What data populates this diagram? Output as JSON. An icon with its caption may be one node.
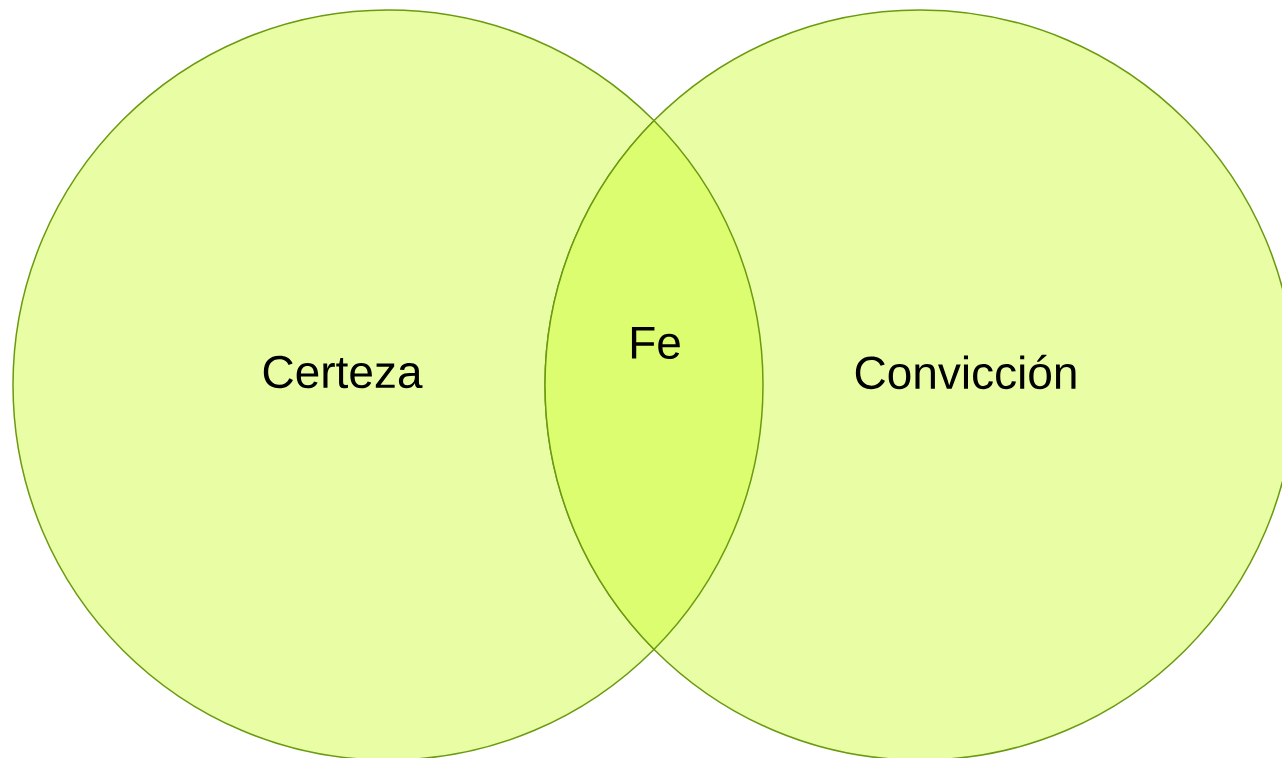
{
  "diagram": {
    "nodes": [
      {
        "text": [
          "Certeza"
        ]
      },
      {
        "text": [
          "Convicción"
        ]
      },
      {
        "text": [
          "Fe"
        ]
      }
    ]
  }
}
